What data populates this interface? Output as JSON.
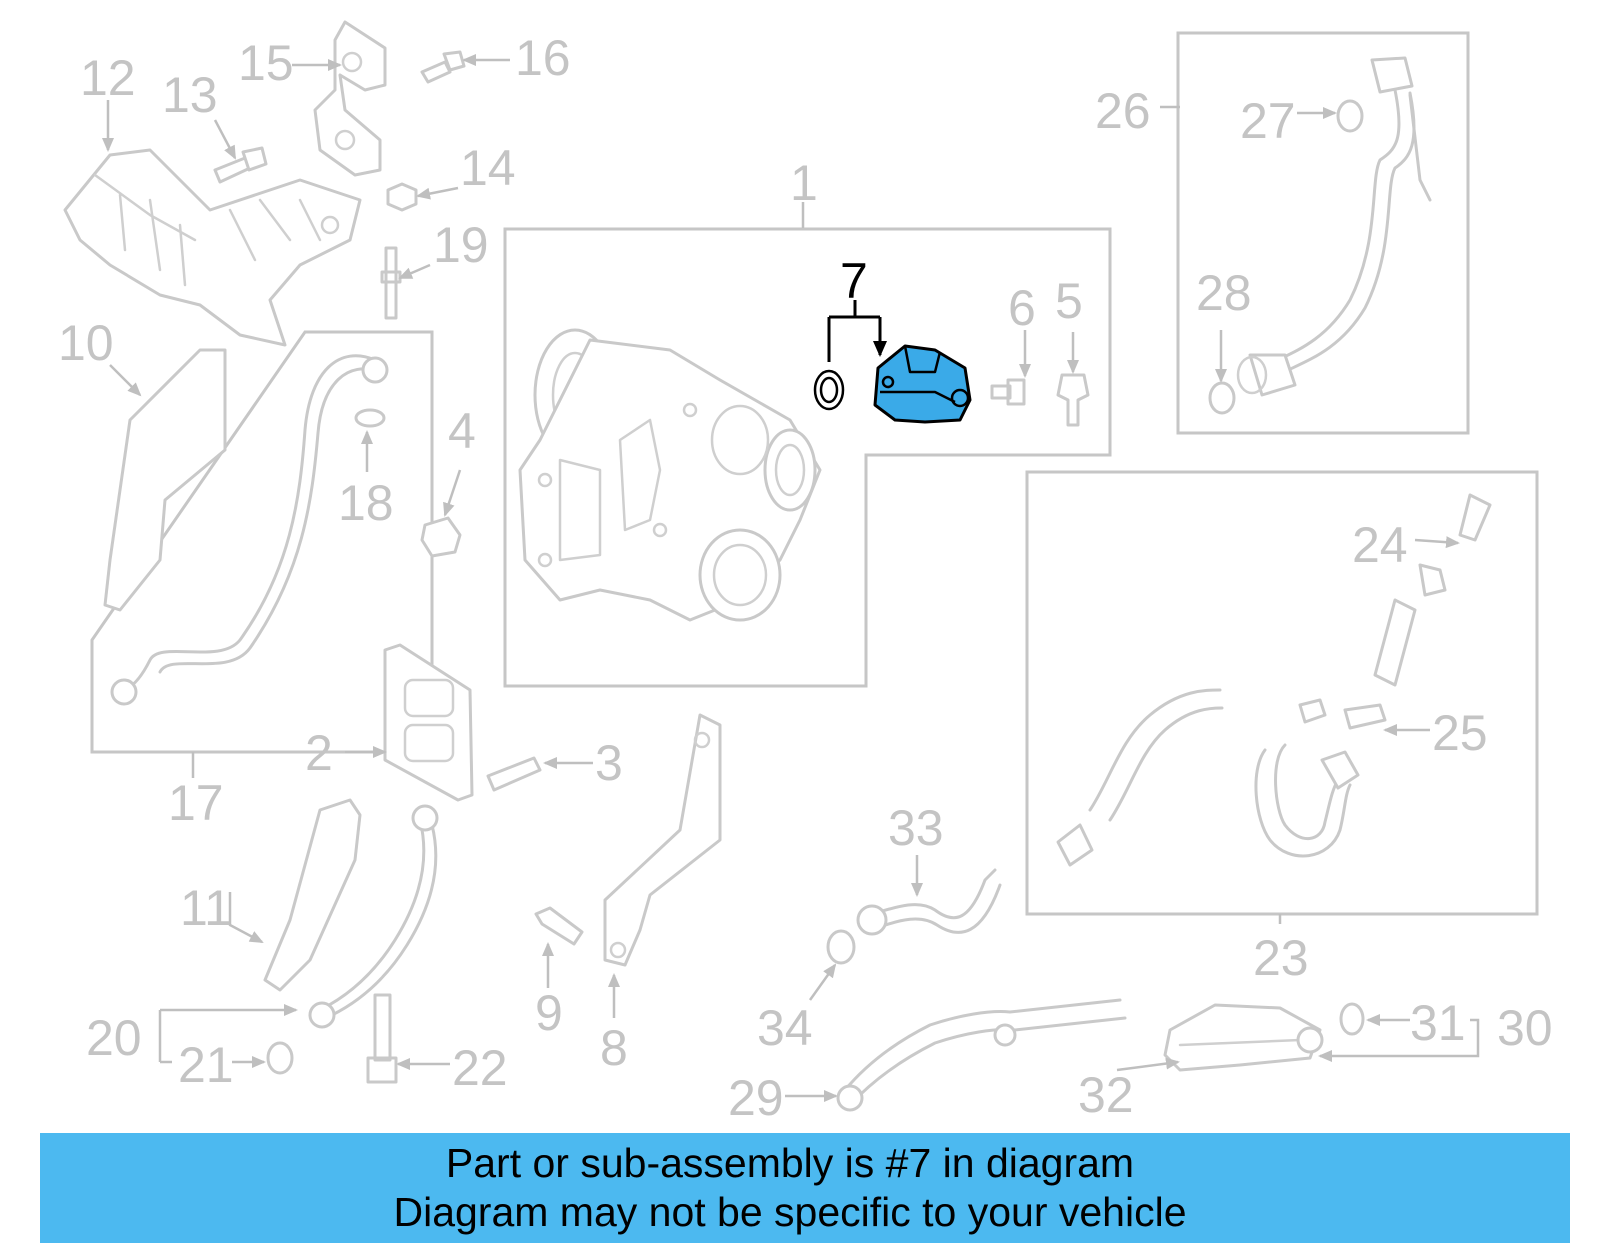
{
  "diagram": {
    "highlight_color": "#3aaae8",
    "line_color": "#c9c9c9",
    "callouts": [
      "1",
      "2",
      "3",
      "4",
      "5",
      "6",
      "7",
      "8",
      "9",
      "10",
      "11",
      "12",
      "13",
      "14",
      "15",
      "16",
      "17",
      "18",
      "19",
      "20",
      "21",
      "22",
      "23",
      "24",
      "25",
      "26",
      "27",
      "28",
      "29",
      "30",
      "31",
      "32",
      "33",
      "34"
    ],
    "active_callout": "7"
  },
  "banner": {
    "line1": "Part or sub-assembly is #7 in diagram",
    "line2": "Diagram may not be specific to your vehicle",
    "background": "#4cb9f0"
  }
}
